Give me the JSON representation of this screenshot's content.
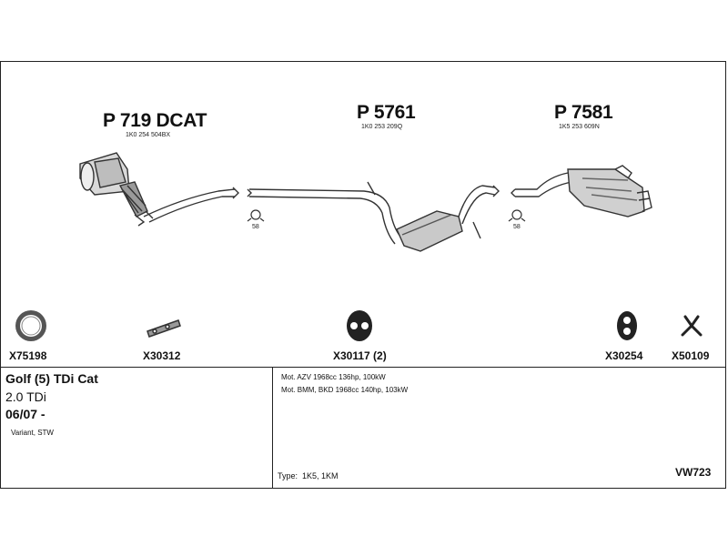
{
  "parts": {
    "front": {
      "number": "P 719 DCAT",
      "oem": "1K0 254 504BX"
    },
    "middle": {
      "number": "P 5761",
      "oem": "1K0 253 209Q"
    },
    "rear": {
      "number": "P 7581",
      "oem": "1K5 253 609N"
    },
    "clamp1": "58",
    "clamp2": "58"
  },
  "accessories": [
    {
      "code": "X75198",
      "icon": "gasket-ring-icon"
    },
    {
      "code": "X30312",
      "icon": "bracket-icon"
    },
    {
      "code": "X30117 (2)",
      "icon": "rubber-hanger-icon"
    },
    {
      "code": "X30254",
      "icon": "rubber-mount-icon"
    },
    {
      "code": "X50109",
      "icon": "y-clamp-icon"
    }
  ],
  "vehicle": {
    "model": "Golf (5) TDi Cat",
    "engine": "2.0 TDi",
    "date": "06/07 -",
    "body": "Variant, STW"
  },
  "motors": [
    "Mot. AZV 1968cc 136hp, 100kW",
    "Mot. BMM, BKD 1968cc 140hp, 103kW"
  ],
  "type_line": "Type:  1K5, 1KM",
  "system_code": "VW723"
}
